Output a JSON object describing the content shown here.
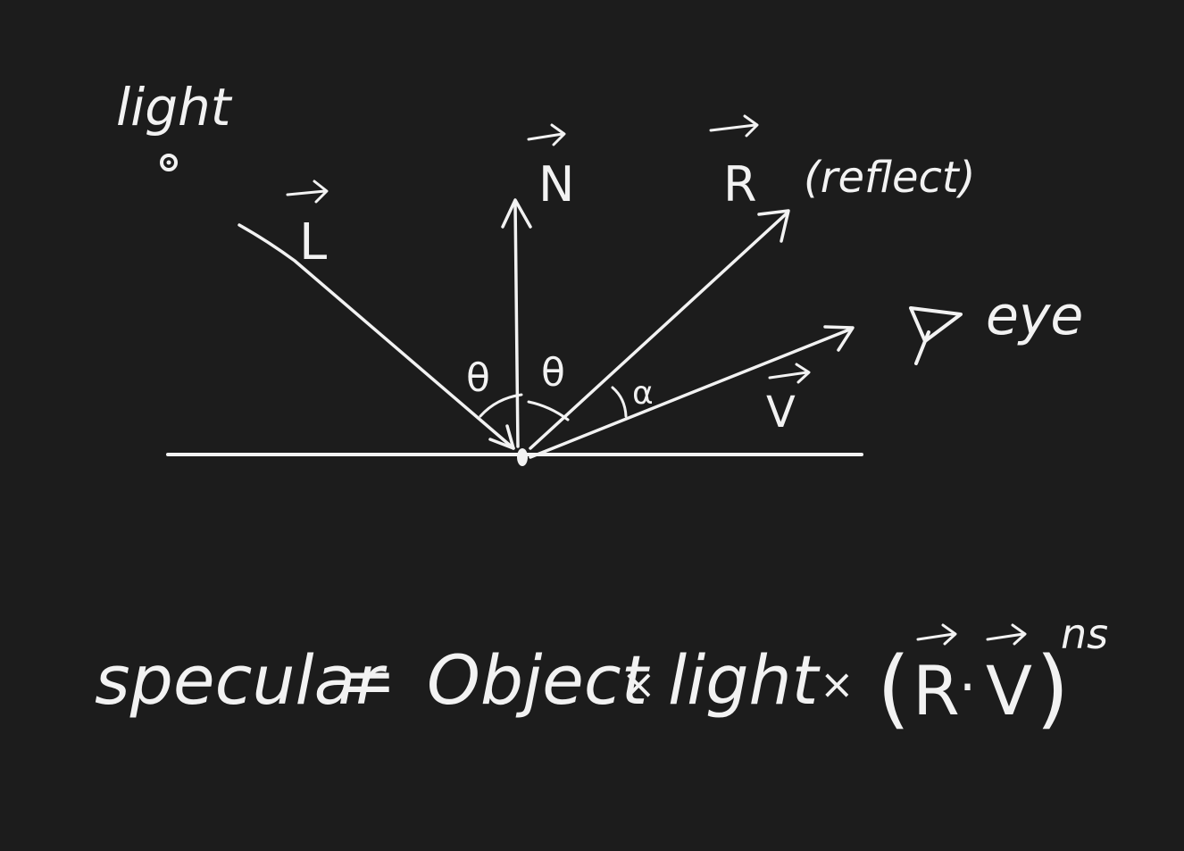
{
  "colors": {
    "background": "#1c1c1c",
    "ink": "#f2f2f2"
  },
  "labels": {
    "light": "light",
    "L": "L",
    "N": "N",
    "R": "R",
    "reflect": "(reflect)",
    "eye": "eye",
    "V": "V",
    "theta_left": "θ",
    "theta_right": "θ",
    "alpha": "α"
  },
  "formula": {
    "lhs": "specular",
    "equals": "=",
    "term1": "Object",
    "times1": "×",
    "term2": "light",
    "times2": "×",
    "open_paren": "(",
    "R": "R",
    "dot": "·",
    "V": "V",
    "close_paren": ")",
    "exponent": "ns"
  }
}
